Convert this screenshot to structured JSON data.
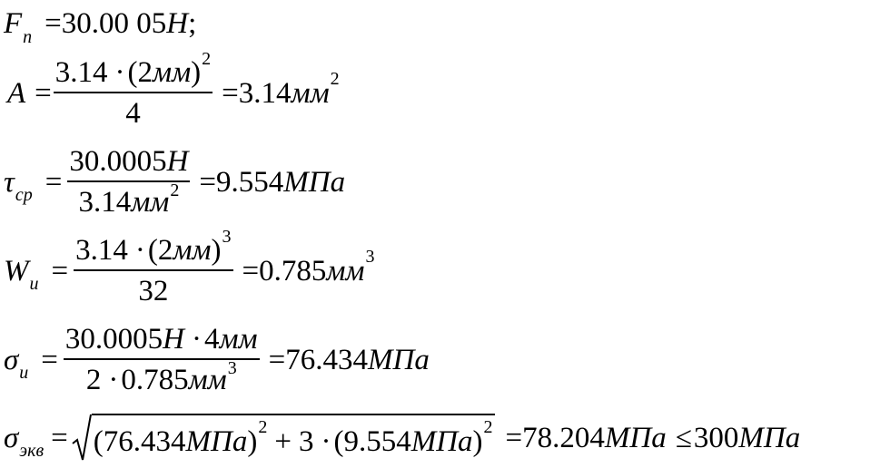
{
  "eq1": {
    "sym": "F",
    "sub": "п",
    "eq": "=",
    "val": "30.00 05",
    "unit": "Н",
    "end": ";"
  },
  "eq2": {
    "sym": "A",
    "eq": "=",
    "num_a": "3.14",
    "dot": "·",
    "num_b": "(2",
    "num_unit": "мм",
    "num_c": ")",
    "num_pow": "2",
    "den": "4",
    "eq2": "=",
    "res": "3.14",
    "res_unit": "мм",
    "res_pow": "2"
  },
  "eq3": {
    "sym": "τ",
    "sub": "ср",
    "eq": "=",
    "num_val": "30.0005",
    "num_unit": "Н",
    "den_val": "3.14",
    "den_unit": "мм",
    "den_pow": "2",
    "eq2": "=",
    "res": "9.554",
    "res_unit": "МПа"
  },
  "eq4": {
    "sym": "W",
    "sub": "и",
    "eq": "=",
    "num_a": "3.14",
    "dot": "·",
    "num_b": "(2",
    "num_unit": "мм",
    "num_c": ")",
    "num_pow": "3",
    "den": "32",
    "eq2": "=",
    "res": "0.785",
    "res_unit": "мм",
    "res_pow": "3"
  },
  "eq5": {
    "sym": "σ",
    "sub": "и",
    "eq": "=",
    "num_val": "30.0005",
    "num_unit": "Н",
    "dot": "·",
    "num_b": "4",
    "num_b_unit": "мм",
    "den_a": "2",
    "den_dot": "·",
    "den_b": "0.785",
    "den_unit": "мм",
    "den_pow": "3",
    "eq2": "=",
    "res": "76.434",
    "res_unit": "МПа"
  },
  "eq6": {
    "sym": "σ",
    "sub": "экв",
    "eq": "=",
    "p1": "(76.434",
    "p1_unit": "МПа",
    "p1_close": ")",
    "p1_pow": "2",
    "plus": "+",
    "three": "3",
    "dot": "·",
    "p2": "(9.554",
    "p2_unit": "МПа",
    "p2_close": ")",
    "p2_pow": "2",
    "eq2": "=",
    "res": "78.204",
    "res_unit": "МПа",
    "le": "≤",
    "lim": "300",
    "lim_unit": "МПа"
  }
}
